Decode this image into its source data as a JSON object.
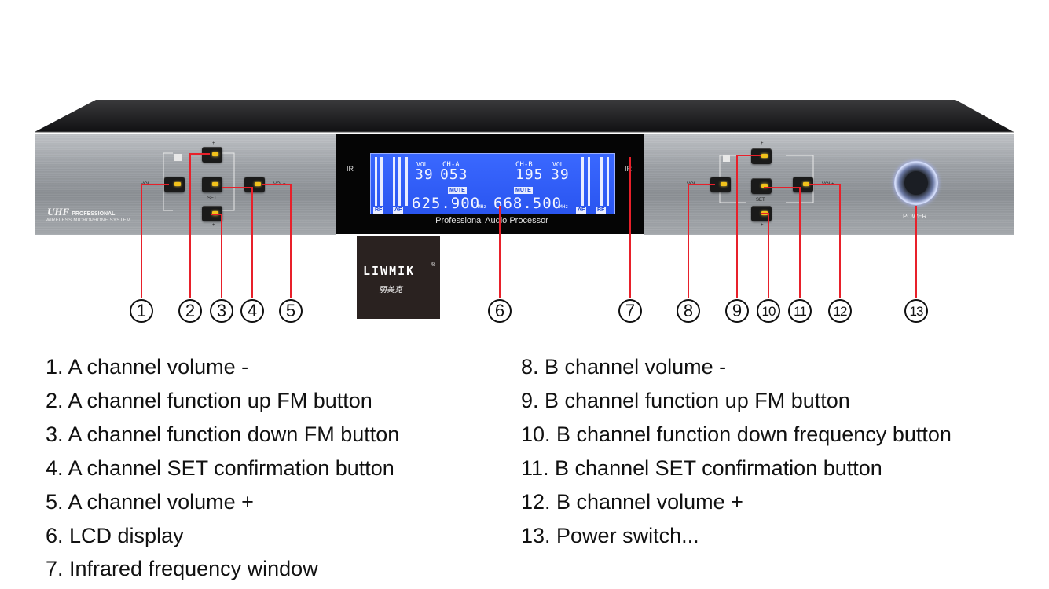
{
  "device": {
    "model_line1": "UHF",
    "model_line1_suffix": "PROFESSIONAL",
    "model_line2": "WIRELESS MICROPHONE SYSTEM",
    "ir_left": "IR",
    "ir_right": "IR",
    "display_caption": "Professional Audio Processor",
    "power_label": "POWER",
    "vol_minus": "VOL-",
    "vol_plus": "VOL+",
    "set": "SET",
    "up": "+",
    "down": "+",
    "lcd": {
      "vol_a_label": "VOL",
      "ch_a_label": "CH-A",
      "ch_b_label": "CH-B",
      "vol_b_label": "VOL",
      "vol_a": "39",
      "ch_a": "053",
      "ch_b": "195",
      "vol_b": "39",
      "mute_a": "MUTE",
      "mute_b": "MUTE",
      "freq_a": "625.900",
      "freq_b": "668.500",
      "unit_a": "MHz",
      "unit_b": "MHz",
      "rf_left": "RF",
      "af_left": "AF",
      "af_right": "AF",
      "rf_right": "RF"
    }
  },
  "logo": {
    "brand": "LIWMIK",
    "chinese": "丽美克",
    "reg": "®"
  },
  "callouts": [
    "1",
    "2",
    "3",
    "4",
    "5",
    "6",
    "7",
    "8",
    "9",
    "10",
    "11",
    "12",
    "13"
  ],
  "legend": {
    "left": [
      "1. A channel volume -",
      "2. A channel function up FM button",
      "3. A channel function down FM button",
      "4. A channel SET confirmation button",
      "5. A channel volume +",
      "6. LCD display",
      "7. Infrared frequency window"
    ],
    "right": [
      "8. B channel volume -",
      "9. B channel function up FM button",
      "10. B channel function down frequency button",
      "11. B channel SET confirmation button",
      "12. B channel volume +",
      "13. Power switch..."
    ]
  },
  "colors": {
    "lcd_blue": "#2f5bff",
    "callout_line": "#e8202a",
    "button_led": "#f2c21b"
  }
}
